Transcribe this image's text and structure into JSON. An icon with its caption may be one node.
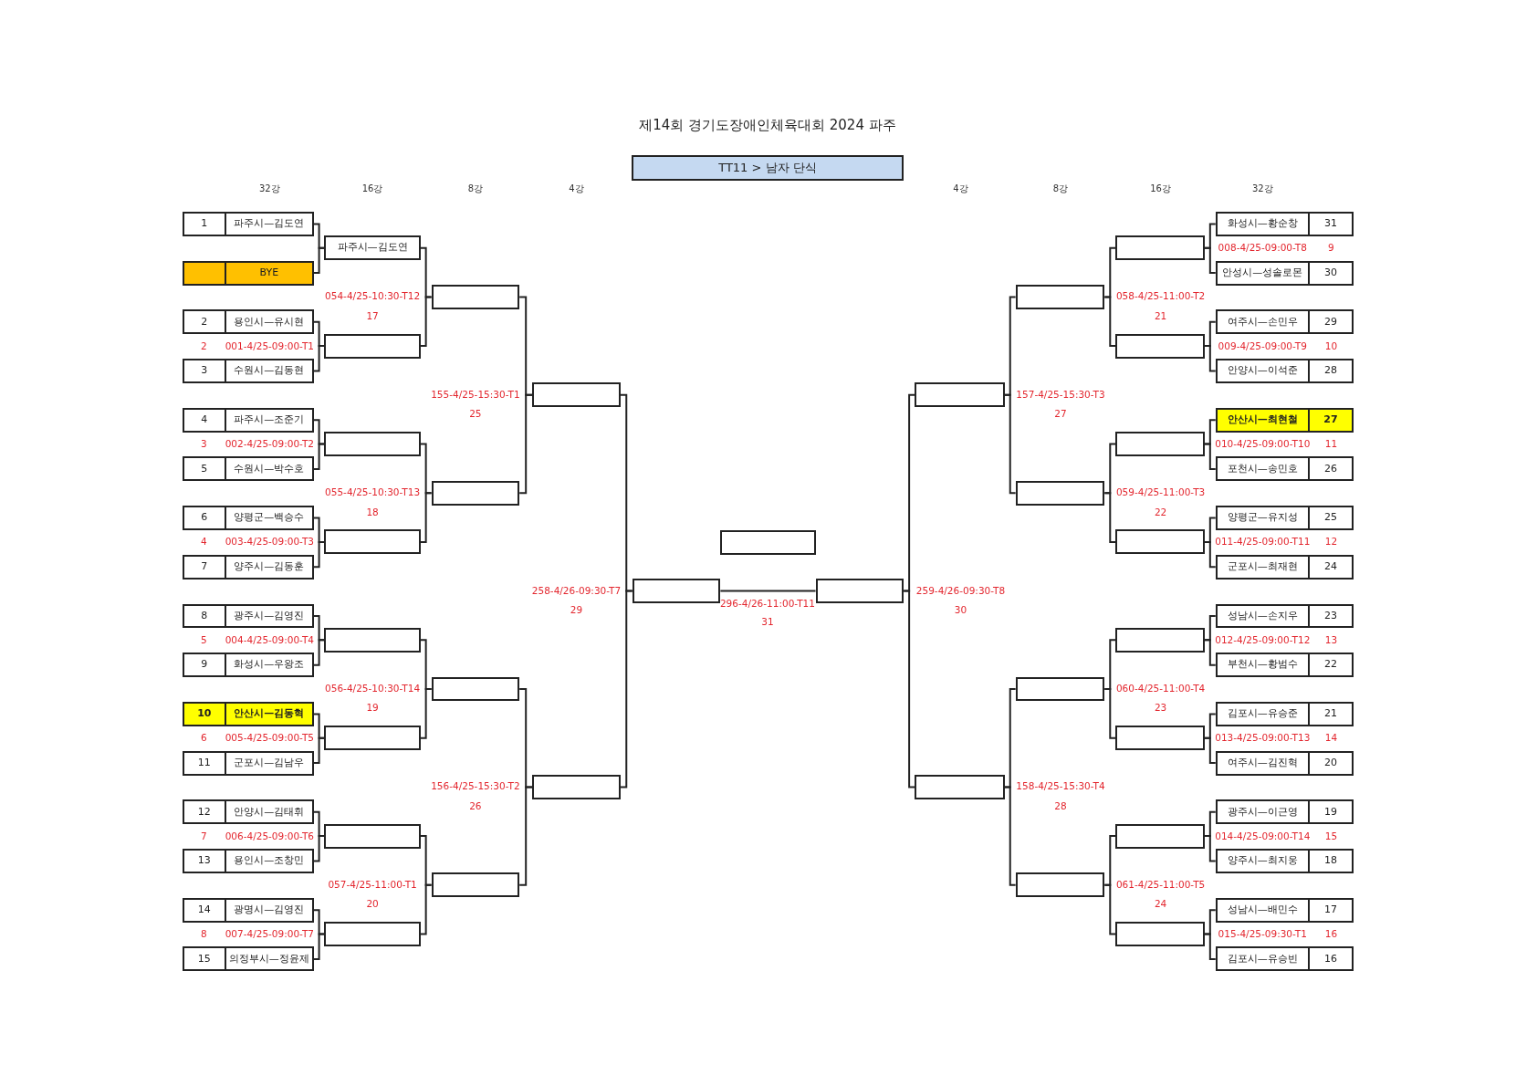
{
  "diagram": {
    "title": "제14회 경기도장애인체육대회 2024 파주",
    "nodes": [
      {
        "text": [
          "TT11 > 남자 단식"
        ]
      },
      {
        "text": [
          "1",
          "파주시—김도연"
        ]
      },
      {
        "text": [
          "BYE"
        ]
      },
      {
        "text": [
          "2",
          "용인시—유시현"
        ]
      },
      {
        "text": [
          "3",
          "수원시—김동현"
        ]
      },
      {
        "text": [
          "4",
          "파주시—조준기"
        ]
      },
      {
        "text": [
          "5",
          "수원시—박수호"
        ]
      },
      {
        "text": [
          "6",
          "양평군—백승수"
        ]
      },
      {
        "text": [
          "7",
          "양주시—김동훈"
        ]
      },
      {
        "text": [
          "8",
          "광주시—김영진"
        ]
      },
      {
        "text": [
          "9",
          "화성시—우왕조"
        ]
      },
      {
        "text": [
          "10",
          "안산시—김동혁"
        ]
      },
      {
        "text": [
          "11",
          "군포시—김남우"
        ]
      },
      {
        "text": [
          "12",
          "안양시—김태휘"
        ]
      },
      {
        "text": [
          "13",
          "용인시—조창민"
        ]
      },
      {
        "text": [
          "14",
          "광명시—김영진"
        ]
      },
      {
        "text": [
          "15",
          "의정부시—정윤제"
        ]
      },
      {
        "text": [
          "파주시—김도연"
        ]
      },
      {
        "text": [],
        "shape": "box"
      },
      {
        "text": [],
        "shape": "box"
      },
      {
        "text": [],
        "shape": "box"
      },
      {
        "text": [],
        "shape": "box"
      },
      {
        "text": [],
        "shape": "box"
      },
      {
        "text": [],
        "shape": "box"
      },
      {
        "text": [],
        "shape": "box"
      },
      {
        "text": [],
        "shape": "box"
      },
      {
        "text": [],
        "shape": "box"
      },
      {
        "text": [],
        "shape": "box"
      },
      {
        "text": [],
        "shape": "box"
      },
      {
        "text": [],
        "shape": "box"
      },
      {
        "text": [],
        "shape": "box"
      },
      {
        "text": [],
        "shape": "box"
      },
      {
        "text": [],
        "shape": "box"
      },
      {
        "text": [],
        "shape": "box"
      },
      {
        "text": [],
        "shape": "box"
      },
      {
        "text": [],
        "shape": "box"
      },
      {
        "text": [],
        "shape": "box"
      },
      {
        "text": [],
        "shape": "box"
      },
      {
        "text": [],
        "shape": "box"
      },
      {
        "text": [],
        "shape": "box"
      },
      {
        "text": [],
        "shape": "box"
      },
      {
        "text": [],
        "shape": "box"
      },
      {
        "text": [],
        "shape": "box"
      },
      {
        "text": [],
        "shape": "box"
      },
      {
        "text": [],
        "shape": "box"
      },
      {
        "text": [],
        "shape": "box"
      },
      {
        "text": [],
        "shape": "box"
      },
      {
        "text": [],
        "shape": "box"
      },
      {
        "text": [
          "화성시—황순창",
          "31"
        ]
      },
      {
        "text": [
          "안성시—성솔로몬",
          "30"
        ]
      },
      {
        "text": [
          "여주시—손민우",
          "29"
        ]
      },
      {
        "text": [
          "안양시—이석준",
          "28"
        ]
      },
      {
        "text": [
          "안산시—최현철",
          "27"
        ]
      },
      {
        "text": [
          "포천시—송민호",
          "26"
        ]
      },
      {
        "text": [
          "양평군—유지성",
          "25"
        ]
      },
      {
        "text": [
          "군포시—최재현",
          "24"
        ]
      },
      {
        "text": [
          "성남시—손지우",
          "23"
        ]
      },
      {
        "text": [
          "부천시—황범수",
          "22"
        ]
      },
      {
        "text": [
          "김포시—유승준",
          "21"
        ]
      },
      {
        "text": [
          "여주시—김진혁",
          "20"
        ]
      },
      {
        "text": [
          "광주시—이근영",
          "19"
        ]
      },
      {
        "text": [
          "양주시—최지웅",
          "18"
        ]
      },
      {
        "text": [
          "성남시—배민수",
          "17"
        ]
      },
      {
        "text": [
          "김포시—유승빈",
          "16"
        ]
      }
    ],
    "edges": [
      {
        "from": 1,
        "to": 17,
        "arrow": "none"
      },
      {
        "from": 2,
        "to": 17,
        "arrow": "none"
      },
      {
        "from": 3,
        "to": 18,
        "arrow": "none"
      },
      {
        "from": 4,
        "to": 18,
        "arrow": "none"
      },
      {
        "from": 5,
        "to": 19,
        "arrow": "none"
      },
      {
        "from": 6,
        "to": 19,
        "arrow": "none"
      },
      {
        "from": 7,
        "to": 20,
        "arrow": "none"
      },
      {
        "from": 8,
        "to": 20,
        "arrow": "none"
      },
      {
        "from": 9,
        "to": 21,
        "arrow": "none"
      },
      {
        "from": 10,
        "to": 21,
        "arrow": "none"
      },
      {
        "from": 11,
        "to": 22,
        "arrow": "none"
      },
      {
        "from": 12,
        "to": 22,
        "arrow": "none"
      },
      {
        "from": 13,
        "to": 23,
        "arrow": "none"
      },
      {
        "from": 14,
        "to": 23,
        "arrow": "none"
      },
      {
        "from": 15,
        "to": 24,
        "arrow": "none"
      },
      {
        "from": 16,
        "to": 24,
        "arrow": "none"
      },
      {
        "from": 17,
        "to": 25,
        "arrow": "none"
      },
      {
        "from": 18,
        "to": 25,
        "arrow": "none"
      },
      {
        "from": 19,
        "to": 26,
        "arrow": "none"
      },
      {
        "from": 20,
        "to": 26,
        "arrow": "none"
      },
      {
        "from": 21,
        "to": 27,
        "arrow": "none"
      },
      {
        "from": 22,
        "to": 27,
        "arrow": "none"
      },
      {
        "from": 23,
        "to": 28,
        "arrow": "none"
      },
      {
        "from": 24,
        "to": 28,
        "arrow": "none"
      },
      {
        "from": 25,
        "to": 29,
        "arrow": "none"
      },
      {
        "from": 26,
        "to": 29,
        "arrow": "none"
      },
      {
        "from": 27,
        "to": 30,
        "arrow": "none"
      },
      {
        "from": 28,
        "to": 30,
        "arrow": "none"
      },
      {
        "from": 29,
        "to": 31,
        "arrow": "none"
      },
      {
        "from": 30,
        "to": 31,
        "arrow": "none"
      },
      {
        "from": 31,
        "to": 33,
        "arrow": "none"
      },
      {
        "from": 34,
        "to": 33,
        "arrow": "none"
      },
      {
        "from": 35,
        "to": 33,
        "arrow": "none"
      },
      {
        "from": 36,
        "to": 34,
        "arrow": "none"
      },
      {
        "from": 37,
        "to": 34,
        "arrow": "none"
      },
      {
        "from": 38,
        "to": 35,
        "arrow": "none"
      },
      {
        "from": 39,
        "to": 35,
        "arrow": "none"
      },
      {
        "from": 40,
        "to": 36,
        "arrow": "none"
      },
      {
        "from": 41,
        "to": 36,
        "arrow": "none"
      },
      {
        "from": 42,
        "to": 37,
        "arrow": "none"
      },
      {
        "from": 43,
        "to": 37,
        "arrow": "none"
      },
      {
        "from": 44,
        "to": 38,
        "arrow": "none"
      },
      {
        "from": 45,
        "to": 38,
        "arrow": "none"
      },
      {
        "from": 46,
        "to": 39,
        "arrow": "none"
      },
      {
        "from": 47,
        "to": 39,
        "arrow": "none"
      },
      {
        "from": 48,
        "to": 40,
        "arrow": "none"
      },
      {
        "from": 49,
        "to": 40,
        "arrow": "none"
      },
      {
        "from": 50,
        "to": 41,
        "arrow": "none"
      },
      {
        "from": 51,
        "to": 41,
        "arrow": "none"
      },
      {
        "from": 52,
        "to": 42,
        "arrow": "none"
      },
      {
        "from": 53,
        "to": 42,
        "arrow": "none"
      },
      {
        "from": 54,
        "to": 43,
        "arrow": "none"
      },
      {
        "from": 55,
        "to": 43,
        "arrow": "none"
      },
      {
        "from": 56,
        "to": 44,
        "arrow": "none"
      },
      {
        "from": 57,
        "to": 44,
        "arrow": "none"
      },
      {
        "from": 58,
        "to": 45,
        "arrow": "none"
      },
      {
        "from": 59,
        "to": 45,
        "arrow": "none"
      },
      {
        "from": 60,
        "to": 46,
        "arrow": "none"
      },
      {
        "from": 61,
        "to": 46,
        "arrow": "none"
      },
      {
        "from": 62,
        "to": 47,
        "arrow": "none"
      },
      {
        "from": 63,
        "to": 47,
        "arrow": "none"
      }
    ],
    "labels": [
      "32강",
      "16강",
      "8강",
      "4강",
      "4강",
      "8강",
      "16강",
      "32강",
      "2",
      "001-4/25-09:00-T1",
      "3",
      "002-4/25-09:00-T2",
      "4",
      "003-4/25-09:00-T3",
      "5",
      "004-4/25-09:00-T4",
      "6",
      "005-4/25-09:00-T5",
      "7",
      "006-4/25-09:00-T6",
      "8",
      "007-4/25-09:00-T7",
      "008-4/25-09:00-T8",
      "9",
      "009-4/25-09:00-T9",
      "10",
      "010-4/25-09:00-T10",
      "11",
      "011-4/25-09:00-T11",
      "12",
      "012-4/25-09:00-T12",
      "13",
      "013-4/25-09:00-T13",
      "14",
      "014-4/25-09:00-T14",
      "15",
      "015-4/25-09:30-T1",
      "16",
      "054-4/25-10:30-T12",
      "17",
      "055-4/25-10:30-T13",
      "18",
      "056-4/25-10:30-T14",
      "19",
      "057-4/25-11:00-T1",
      "20",
      "058-4/25-11:00-T2",
      "21",
      "059-4/25-11:00-T3",
      "22",
      "060-4/25-11:00-T4",
      "23",
      "061-4/25-11:00-T5",
      "24",
      "155-4/25-15:30-T1",
      "25",
      "156-4/25-15:30-T2",
      "26",
      "157-4/25-15:30-T3",
      "27",
      "158-4/25-15:30-T4",
      "28",
      "258-4/26-09:30-T7",
      "29",
      "259-4/26-09:30-T8",
      "30",
      "296-4/26-11:00-T11",
      "31"
    ]
  }
}
